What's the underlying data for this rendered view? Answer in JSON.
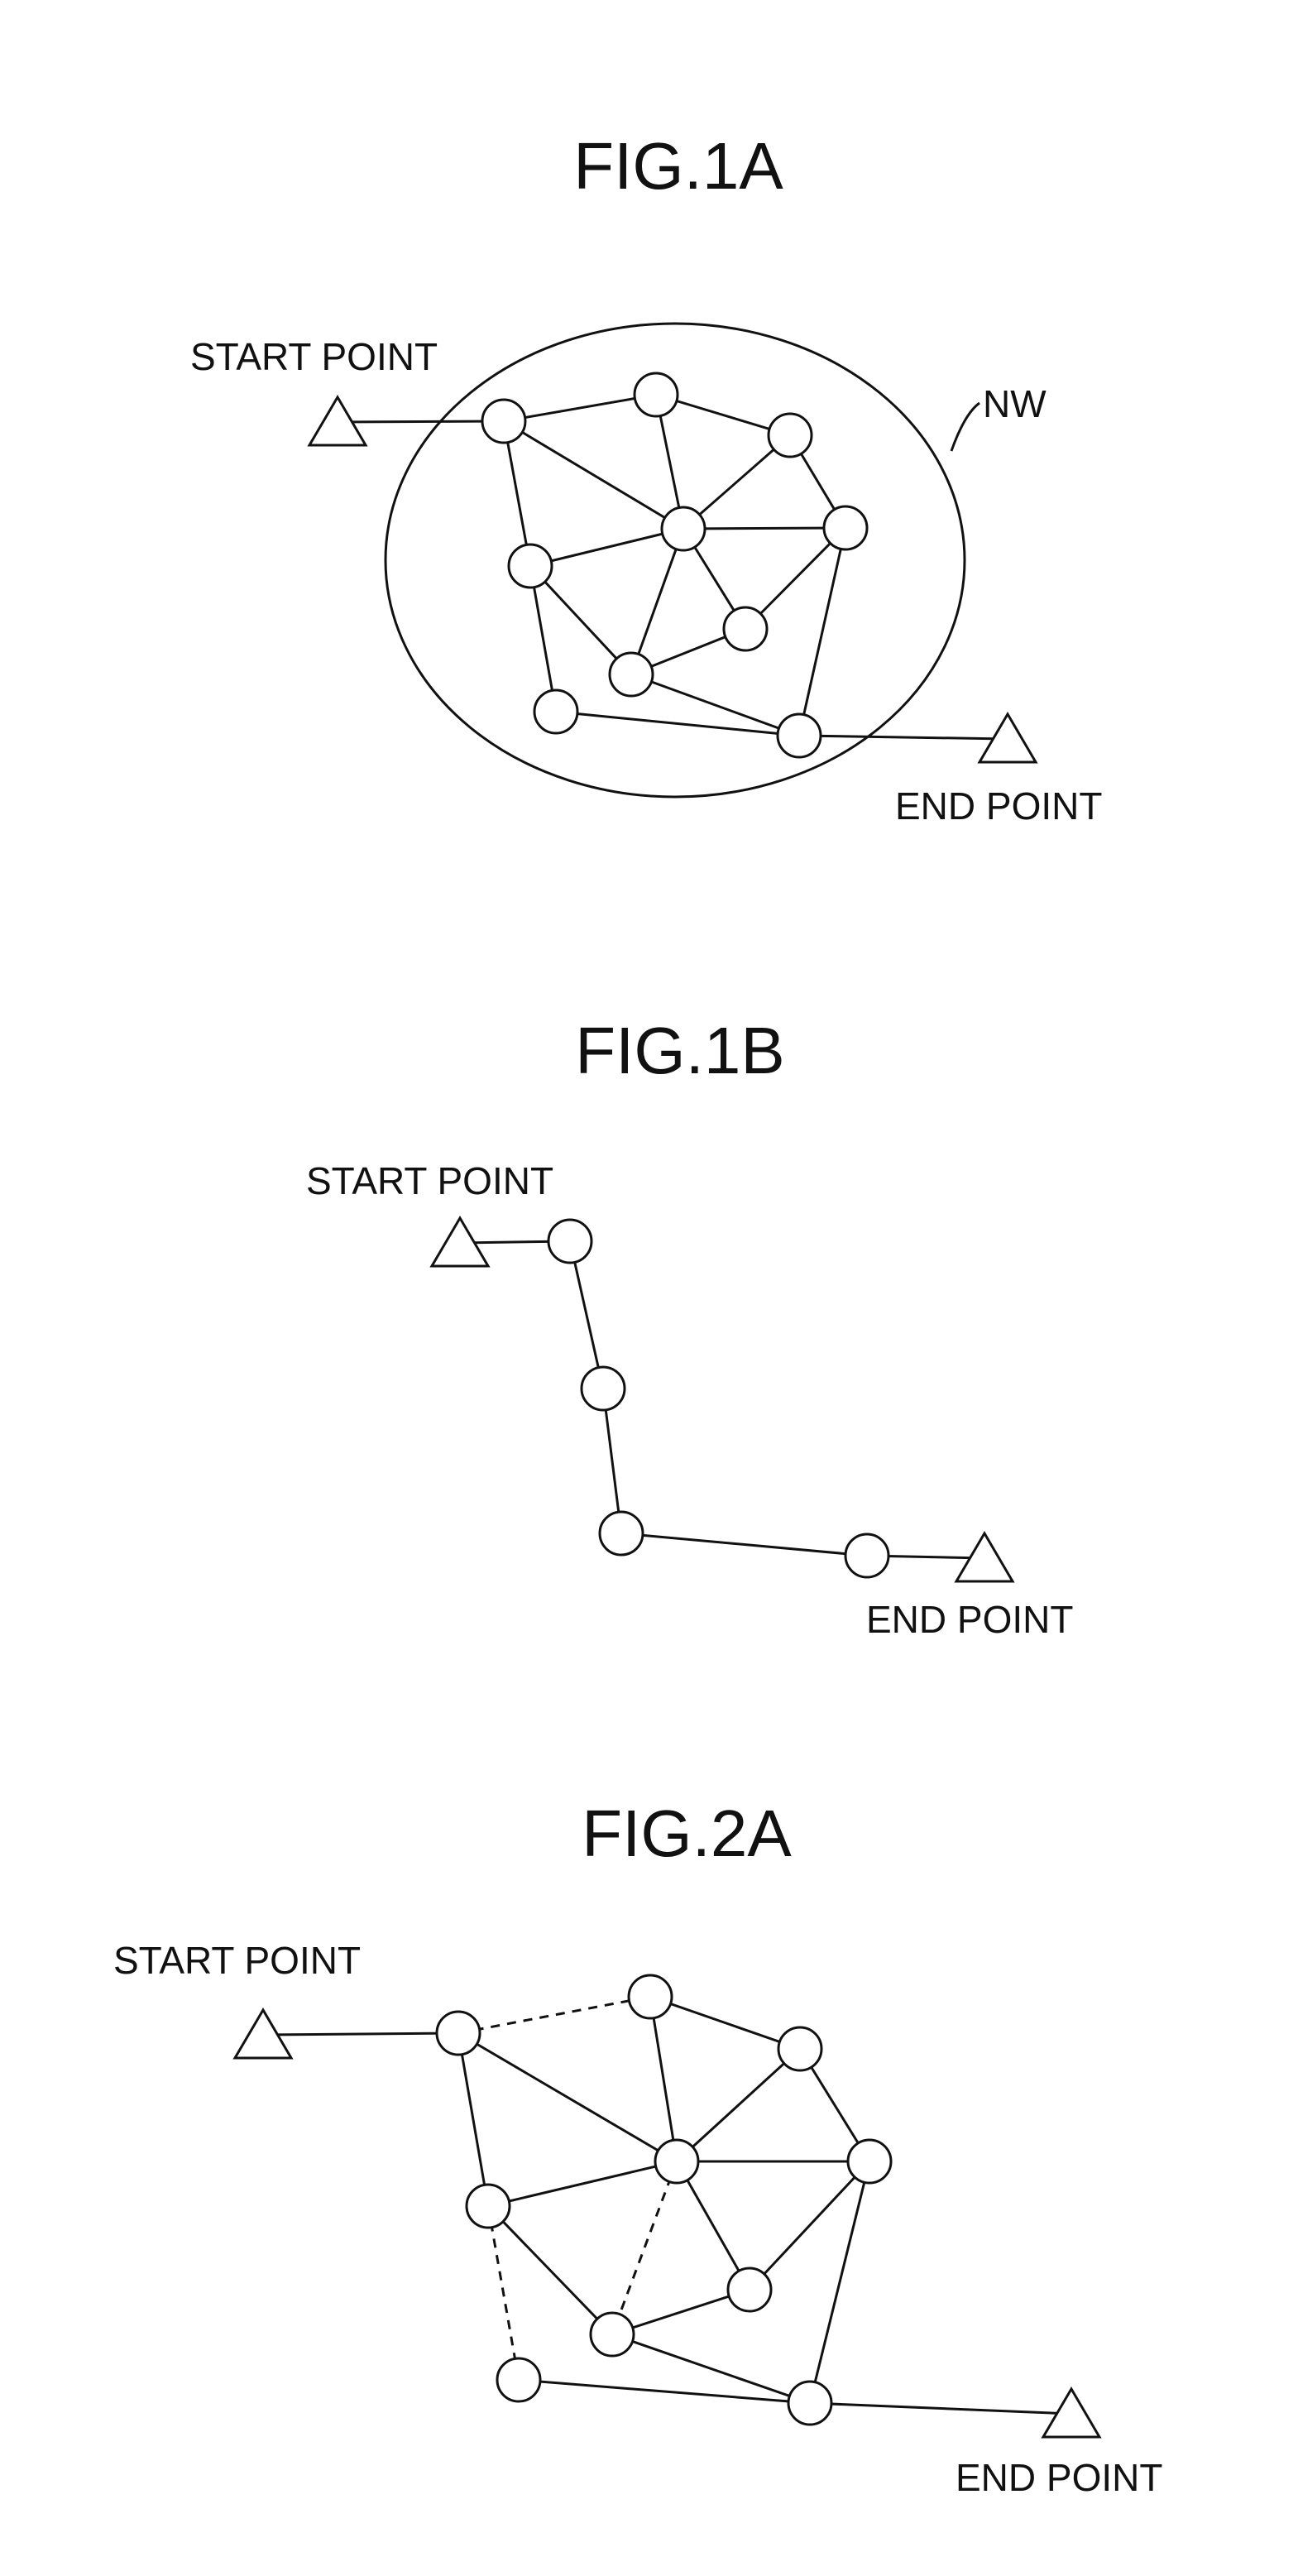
{
  "figures": [
    {
      "id": "1a",
      "title": "FIG.1A",
      "start_label": "START POINT",
      "end_label": "END POINT",
      "network_label": "NW",
      "nodes": [
        {
          "id": "n1",
          "shape": "circle"
        },
        {
          "id": "n2",
          "shape": "circle"
        },
        {
          "id": "n3",
          "shape": "circle"
        },
        {
          "id": "n4",
          "shape": "circle"
        },
        {
          "id": "n5",
          "shape": "circle"
        },
        {
          "id": "n6",
          "shape": "circle"
        },
        {
          "id": "n7",
          "shape": "circle"
        },
        {
          "id": "n8",
          "shape": "circle"
        },
        {
          "id": "n9",
          "shape": "circle"
        },
        {
          "id": "n10",
          "shape": "circle"
        },
        {
          "id": "start",
          "shape": "triangle"
        },
        {
          "id": "end",
          "shape": "triangle"
        }
      ],
      "edges": [
        {
          "from": "start",
          "to": "n1",
          "style": "solid"
        },
        {
          "from": "n1",
          "to": "n2",
          "style": "solid"
        },
        {
          "from": "n2",
          "to": "n3",
          "style": "solid"
        },
        {
          "from": "n3",
          "to": "n4",
          "style": "solid"
        },
        {
          "from": "n1",
          "to": "n5",
          "style": "solid"
        },
        {
          "from": "n2",
          "to": "n5",
          "style": "solid"
        },
        {
          "from": "n3",
          "to": "n5",
          "style": "solid"
        },
        {
          "from": "n4",
          "to": "n5",
          "style": "solid"
        },
        {
          "from": "n6",
          "to": "n5",
          "style": "solid"
        },
        {
          "from": "n7",
          "to": "n5",
          "style": "solid"
        },
        {
          "from": "n1",
          "to": "n6",
          "style": "solid"
        },
        {
          "from": "n6",
          "to": "n8",
          "style": "solid"
        },
        {
          "from": "n5",
          "to": "n8",
          "style": "solid"
        },
        {
          "from": "n4",
          "to": "n7",
          "style": "solid"
        },
        {
          "from": "n8",
          "to": "n7",
          "style": "solid"
        },
        {
          "from": "n6",
          "to": "n9",
          "style": "solid"
        },
        {
          "from": "n9",
          "to": "n10",
          "style": "solid"
        },
        {
          "from": "n8",
          "to": "n10",
          "style": "solid"
        },
        {
          "from": "n4",
          "to": "n10",
          "style": "solid"
        },
        {
          "from": "n10",
          "to": "end",
          "style": "solid"
        }
      ]
    },
    {
      "id": "1b",
      "title": "FIG.1B",
      "start_label": "START POINT",
      "end_label": "END POINT",
      "nodes": [
        {
          "id": "start",
          "shape": "triangle"
        },
        {
          "id": "p1",
          "shape": "circle"
        },
        {
          "id": "p2",
          "shape": "circle"
        },
        {
          "id": "p3",
          "shape": "circle"
        },
        {
          "id": "p4",
          "shape": "circle"
        },
        {
          "id": "end",
          "shape": "triangle"
        }
      ],
      "edges": [
        {
          "from": "start",
          "to": "p1",
          "style": "solid"
        },
        {
          "from": "p1",
          "to": "p2",
          "style": "solid"
        },
        {
          "from": "p2",
          "to": "p3",
          "style": "solid"
        },
        {
          "from": "p3",
          "to": "p4",
          "style": "solid"
        },
        {
          "from": "p4",
          "to": "end",
          "style": "solid"
        }
      ]
    },
    {
      "id": "2a",
      "title": "FIG.2A",
      "start_label": "START POINT",
      "end_label": "END POINT",
      "nodes": [
        {
          "id": "n1",
          "shape": "circle"
        },
        {
          "id": "n2",
          "shape": "circle"
        },
        {
          "id": "n3",
          "shape": "circle"
        },
        {
          "id": "n4",
          "shape": "circle"
        },
        {
          "id": "n5",
          "shape": "circle"
        },
        {
          "id": "n6",
          "shape": "circle"
        },
        {
          "id": "n7",
          "shape": "circle"
        },
        {
          "id": "n8",
          "shape": "circle"
        },
        {
          "id": "n9",
          "shape": "circle"
        },
        {
          "id": "n10",
          "shape": "circle"
        },
        {
          "id": "start",
          "shape": "triangle"
        },
        {
          "id": "end",
          "shape": "triangle"
        }
      ],
      "edges": [
        {
          "from": "start",
          "to": "n1",
          "style": "solid"
        },
        {
          "from": "n1",
          "to": "n2",
          "style": "dashed"
        },
        {
          "from": "n2",
          "to": "n3",
          "style": "solid"
        },
        {
          "from": "n3",
          "to": "n4",
          "style": "solid"
        },
        {
          "from": "n1",
          "to": "n5",
          "style": "solid"
        },
        {
          "from": "n2",
          "to": "n5",
          "style": "solid"
        },
        {
          "from": "n3",
          "to": "n5",
          "style": "solid"
        },
        {
          "from": "n4",
          "to": "n5",
          "style": "solid"
        },
        {
          "from": "n6",
          "to": "n5",
          "style": "solid"
        },
        {
          "from": "n7",
          "to": "n5",
          "style": "solid"
        },
        {
          "from": "n1",
          "to": "n6",
          "style": "solid"
        },
        {
          "from": "n6",
          "to": "n8",
          "style": "solid"
        },
        {
          "from": "n5",
          "to": "n8",
          "style": "dashed"
        },
        {
          "from": "n4",
          "to": "n7",
          "style": "solid"
        },
        {
          "from": "n8",
          "to": "n7",
          "style": "solid"
        },
        {
          "from": "n6",
          "to": "n9",
          "style": "dashed"
        },
        {
          "from": "n9",
          "to": "n10",
          "style": "solid"
        },
        {
          "from": "n8",
          "to": "n10",
          "style": "solid"
        },
        {
          "from": "n4",
          "to": "n10",
          "style": "solid"
        },
        {
          "from": "n10",
          "to": "end",
          "style": "solid"
        }
      ]
    }
  ]
}
